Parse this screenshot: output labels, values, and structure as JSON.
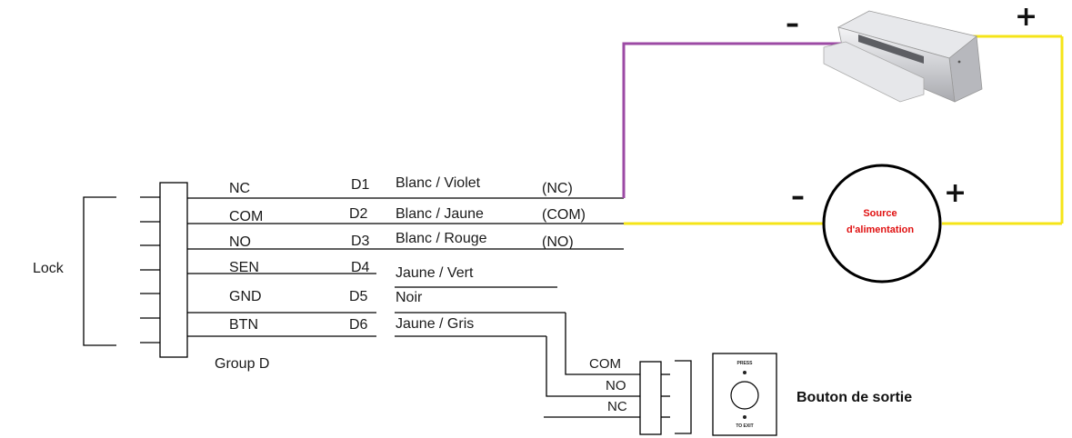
{
  "lock_label": "Lock",
  "group_label": "Group D",
  "pins": [
    {
      "name": "NC",
      "id": "D1",
      "wire": "Blanc / Violet",
      "extra": "(NC)"
    },
    {
      "name": "COM",
      "id": "D2",
      "wire": "Blanc / Jaune",
      "extra": "(COM)"
    },
    {
      "name": "NO",
      "id": "D3",
      "wire": "Blanc / Rouge",
      "extra": "(NO)"
    },
    {
      "name": "SEN",
      "id": "D4",
      "wire": "Jaune / Vert",
      "extra": ""
    },
    {
      "name": "GND",
      "id": "D5",
      "wire": "Noir",
      "extra": ""
    },
    {
      "name": "BTN",
      "id": "D6",
      "wire": "Jaune / Gris",
      "extra": ""
    }
  ],
  "power_source": {
    "line1": "Source",
    "line2": "d'alimentation",
    "minus": "–",
    "plus": "+"
  },
  "maglock": {
    "minus": "–",
    "plus": "+"
  },
  "exit_button": {
    "terminals": [
      "COM",
      "NO",
      "NC"
    ],
    "label": "Bouton de sortie",
    "press_text": "PRESS",
    "exit_text": "TO EXIT"
  },
  "colors": {
    "purple": "#9c4aa4",
    "yellow": "#f5e418",
    "red": "#e01010"
  }
}
